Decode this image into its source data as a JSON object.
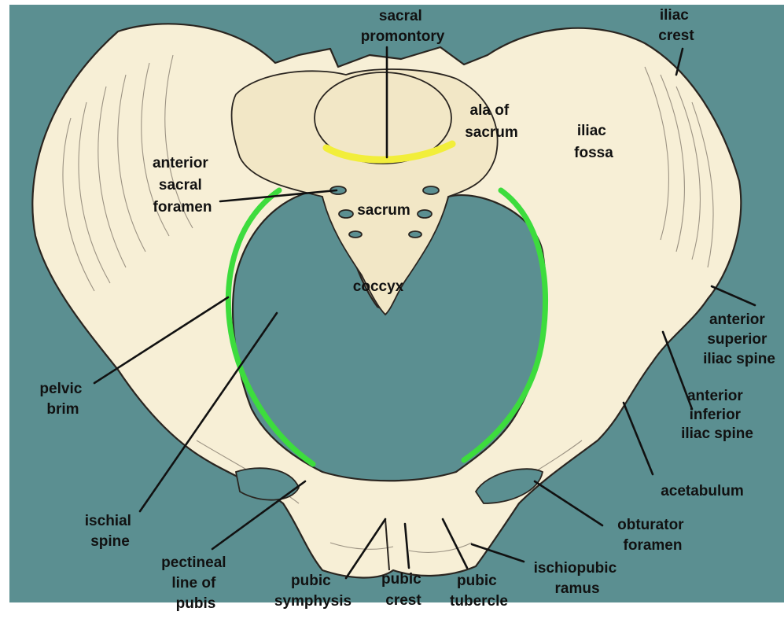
{
  "labels": {
    "sacral_promontory": [
      "sacral",
      "promontory"
    ],
    "iliac_crest": [
      "iliac",
      "crest"
    ],
    "ala_of_sacrum": [
      "ala of",
      "sacrum"
    ],
    "iliac_fossa": [
      "iliac",
      "fossa"
    ],
    "anterior_sacral_foramen": [
      "anterior",
      "sacral",
      "foramen"
    ],
    "sacrum": [
      "sacrum"
    ],
    "coccyx": [
      "coccyx"
    ],
    "anterior_superior_iliac_spine": [
      "anterior",
      "superior",
      "iliac spine"
    ],
    "anterior_inferior_iliac_spine": [
      "anterior",
      "inferior",
      "iliac spine"
    ],
    "pelvic_brim": [
      "pelvic",
      "brim"
    ],
    "acetabulum": [
      "acetabulum"
    ],
    "obturator_foramen": [
      "obturator",
      "foramen"
    ],
    "ischial_spine": [
      "ischial",
      "spine"
    ],
    "ischiopubic_ramus": [
      "ischiopubic",
      "ramus"
    ],
    "pectineal_line_of_pubis": [
      "pectineal",
      "line of",
      "pubis"
    ],
    "pubic_symphysis": [
      "pubic",
      "symphysis"
    ],
    "pubic_crest": [
      "pubic",
      "crest"
    ],
    "pubic_tubercle": [
      "pubic",
      "tubercle"
    ]
  },
  "colors": {
    "background": "#5b8f91",
    "bone": "#f7efd6",
    "pelvic_brim_highlight": "#3ddc3d",
    "promontory_highlight": "#f2ee3a",
    "outline": "#2a2520"
  }
}
